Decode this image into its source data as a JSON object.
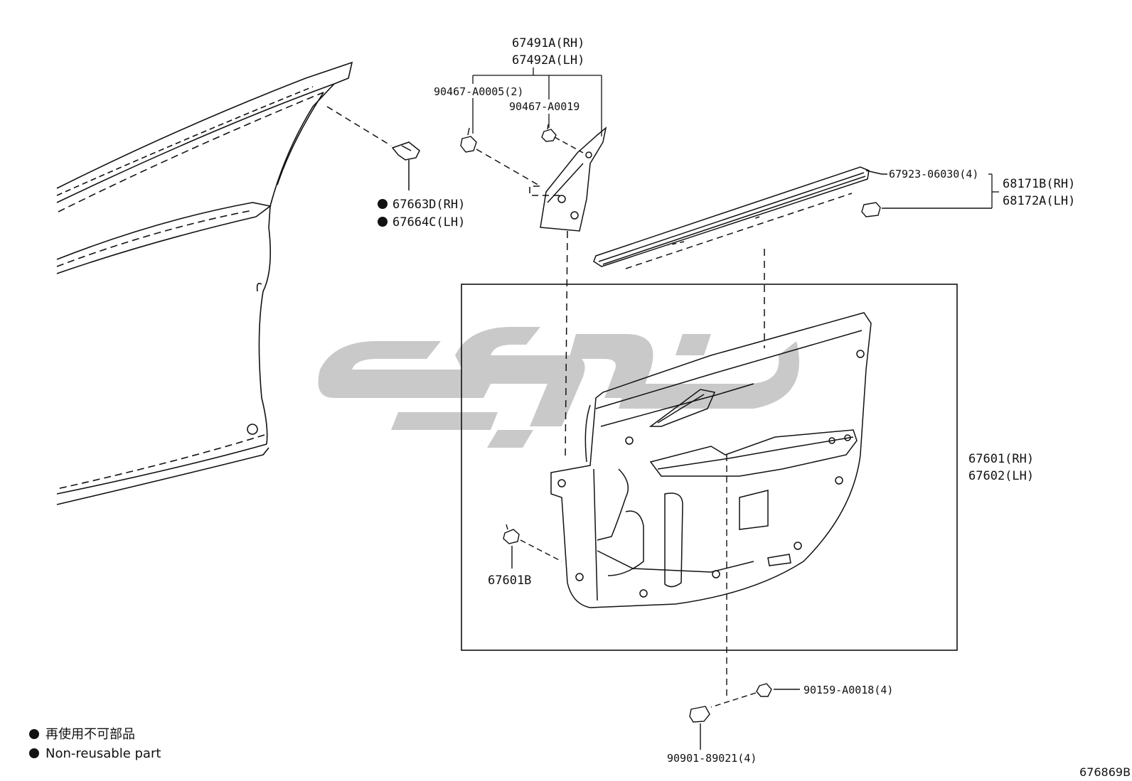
{
  "callouts": {
    "trim_front_upper_rh": "67491A(RH)",
    "trim_front_upper_lh": "67492A(LH)",
    "clip_a0005": "90467-A0005(2)",
    "clip_a0019": "90467-A0019",
    "cover_rh": "67663D(RH)",
    "cover_lh": "67664C(LH)",
    "clip_06030": "67923-06030(4)",
    "weatherstrip_rh": "68171B(RH)",
    "weatherstrip_lh": "68172A(LH)",
    "panel_rh": "67601(RH)",
    "panel_lh": "67602(LH)",
    "clip_67601b": "67601B",
    "screw_a0018": "90159-A0018(4)",
    "clip_89021": "90901-89021(4)"
  },
  "legend": {
    "japanese": "再使用不可部品",
    "english": "Non-reusable part"
  },
  "figure_ref": "676869B",
  "colors": {
    "line": "#111111",
    "watermark": "#c8c8c8"
  },
  "watermark_icon": "logo-watermark"
}
